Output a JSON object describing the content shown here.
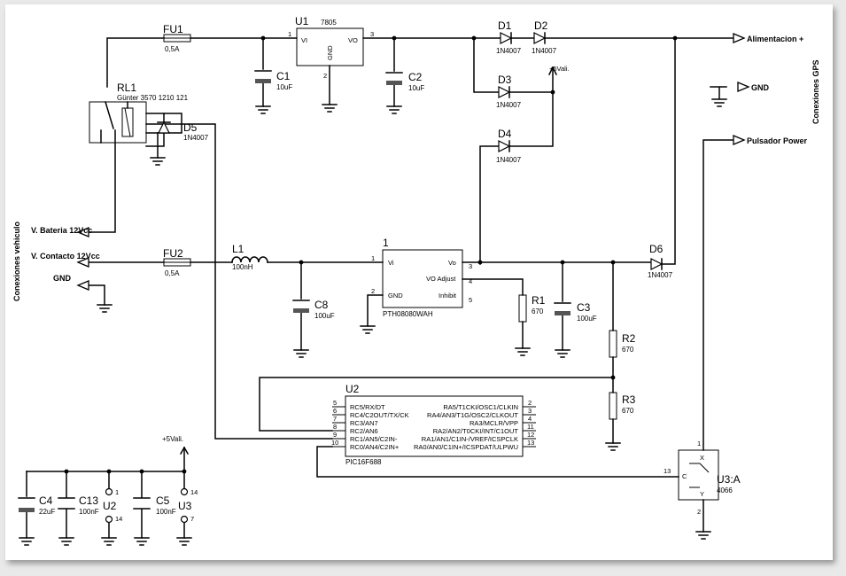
{
  "components": {
    "fu1": {
      "ref": "FU1",
      "value": "0,5A"
    },
    "fu2": {
      "ref": "FU2",
      "value": "0,5A"
    },
    "u1": {
      "ref": "U1",
      "part": "7805",
      "vi": "VI",
      "vo": "VO",
      "gnd": "GND",
      "pin1": "1",
      "pin2": "2",
      "pin3": "3"
    },
    "c1": {
      "ref": "C1",
      "value": "10uF"
    },
    "c2": {
      "ref": "C2",
      "value": "10uF"
    },
    "c3": {
      "ref": "C3",
      "value": "100uF"
    },
    "c4": {
      "ref": "C4",
      "value": "22uF"
    },
    "c5": {
      "ref": "C5",
      "value": "100nF"
    },
    "c8": {
      "ref": "C8",
      "value": "100uF"
    },
    "c13": {
      "ref": "C13",
      "value": "100nF"
    },
    "d1": {
      "ref": "D1",
      "value": "1N4007"
    },
    "d2": {
      "ref": "D2",
      "value": "1N4007"
    },
    "d3": {
      "ref": "D3",
      "value": "1N4007"
    },
    "d4": {
      "ref": "D4",
      "value": "1N4007"
    },
    "d5": {
      "ref": "D5",
      "value": "1N4007"
    },
    "d6": {
      "ref": "D6",
      "value": "1N4007"
    },
    "rl1": {
      "ref": "RL1",
      "value": "Günter 3570 1210 121"
    },
    "l1": {
      "ref": "L1",
      "value": "100nH"
    },
    "r1": {
      "ref": "R1",
      "value": "670"
    },
    "r2": {
      "ref": "R2",
      "value": "670"
    },
    "r3": {
      "ref": "R3",
      "value": "670"
    },
    "pth": {
      "ref": "1",
      "part": "PTH08080WAH",
      "vi": "Vi",
      "vo": "Vo",
      "vo_adjust": "VO Adjust",
      "gnd": "GND",
      "inhibit": "Inhibit",
      "pin1": "1",
      "pin2": "2",
      "pin3": "3",
      "pin4": "4",
      "pin5": "5"
    },
    "u2": {
      "ref": "U2",
      "part": "PIC16F688",
      "left_pins": [
        {
          "num": "5",
          "name": "RC5/RX/DT"
        },
        {
          "num": "6",
          "name": "RC4/C2OUT/TX/CK"
        },
        {
          "num": "7",
          "name": "RC3/AN7"
        },
        {
          "num": "8",
          "name": "RC2/AN6"
        },
        {
          "num": "9",
          "name": "RC1/AN5/C2IN-"
        },
        {
          "num": "10",
          "name": "RC0/AN4/C2IN+"
        }
      ],
      "right_pins": [
        {
          "num": "2",
          "name": "RA5/T1CKI/OSC1/CLKIN"
        },
        {
          "num": "3",
          "name": "RA4/AN3/T1G/OSC2/CLKOUT"
        },
        {
          "num": "4",
          "name": "RA3/MCLR/VPP"
        },
        {
          "num": "11",
          "name": "RA2/AN2/T0CKI/INT/C1OUT"
        },
        {
          "num": "12",
          "name": "RA1/AN1/C1IN-/VREF/ICSPCLK"
        },
        {
          "num": "13",
          "name": "RA0/AN0/C1IN+/ICSPDAT/ULPWU"
        }
      ]
    },
    "u3a": {
      "ref": "U3:A",
      "part": "4066",
      "pin_x": "X",
      "pin_y": "Y",
      "pin_c": "C",
      "pin1": "1",
      "pin2": "2",
      "pin13": "13"
    },
    "u2_power": {
      "ref": "U2",
      "pin_top": "1",
      "pin_bottom": "14"
    },
    "u3_power": {
      "ref": "U3",
      "pin_top": "14",
      "pin_bottom": "7"
    }
  },
  "ports": {
    "alimentacion": "Alimentacion +",
    "gnd_gps": "GND",
    "pulsador": "Pulsador Power",
    "bateria": "V. Bateria 12Vcc",
    "contacto": "V. Contacto 12Vcc",
    "gnd_vehiculo": "GND"
  },
  "power_labels": {
    "five_vali_top": "+5Vali.",
    "five_vali_bottom": "+5Vali."
  },
  "group_labels": {
    "gps": "Conexiones GPS",
    "vehiculo": "Conexiones vehiculo"
  }
}
